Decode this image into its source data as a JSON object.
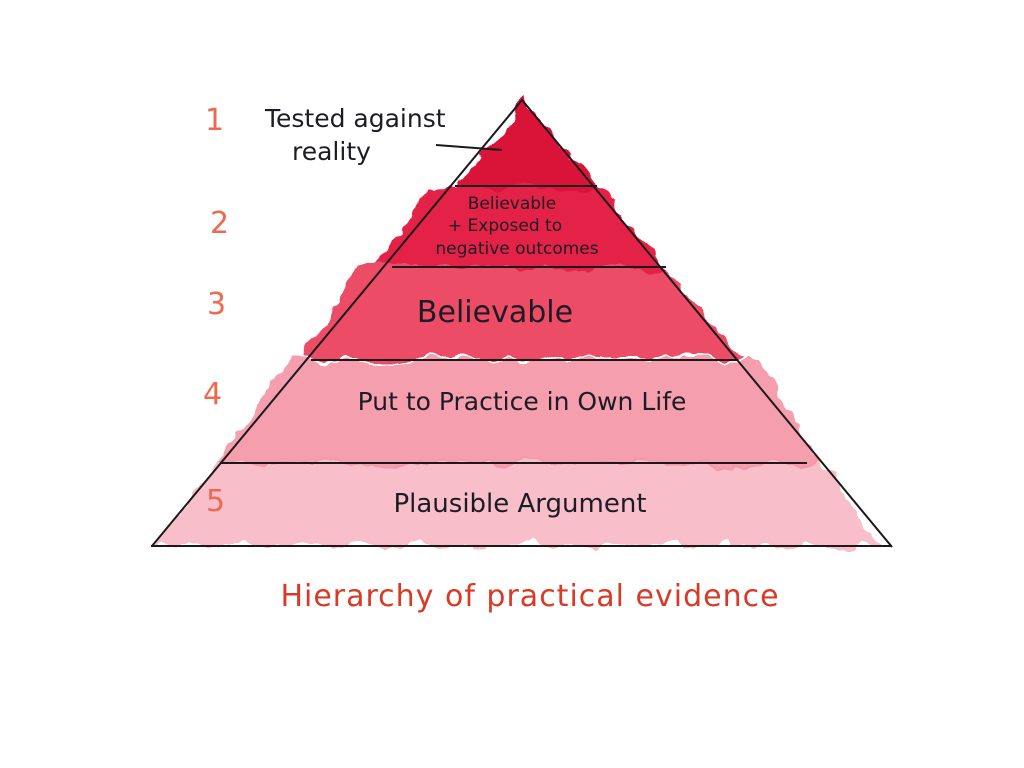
{
  "levels": [
    {
      "number": "1",
      "label_lines": [
        "Tested against",
        "reality"
      ]
    },
    {
      "number": "2",
      "label_lines": [
        "Believable",
        "+ Exposed to",
        "negative outcomes"
      ]
    },
    {
      "number": "3",
      "label_lines": [
        "Believable"
      ]
    },
    {
      "number": "4",
      "label_lines": [
        "Put to Practice in Own Life"
      ]
    },
    {
      "number": "5",
      "label_lines": [
        "Plausible Argument"
      ]
    }
  ],
  "caption": "Hierarchy of practical evidence",
  "colors": {
    "tier_1": "#d90d32",
    "tier_2": "#e3153d",
    "tier_3": "#ec3d5a",
    "tier_4": "#f494a6",
    "tier_5": "#f8b7c4",
    "outline": "#1a1a1a",
    "number": "#ee6a4f",
    "caption": "#d83a26"
  }
}
